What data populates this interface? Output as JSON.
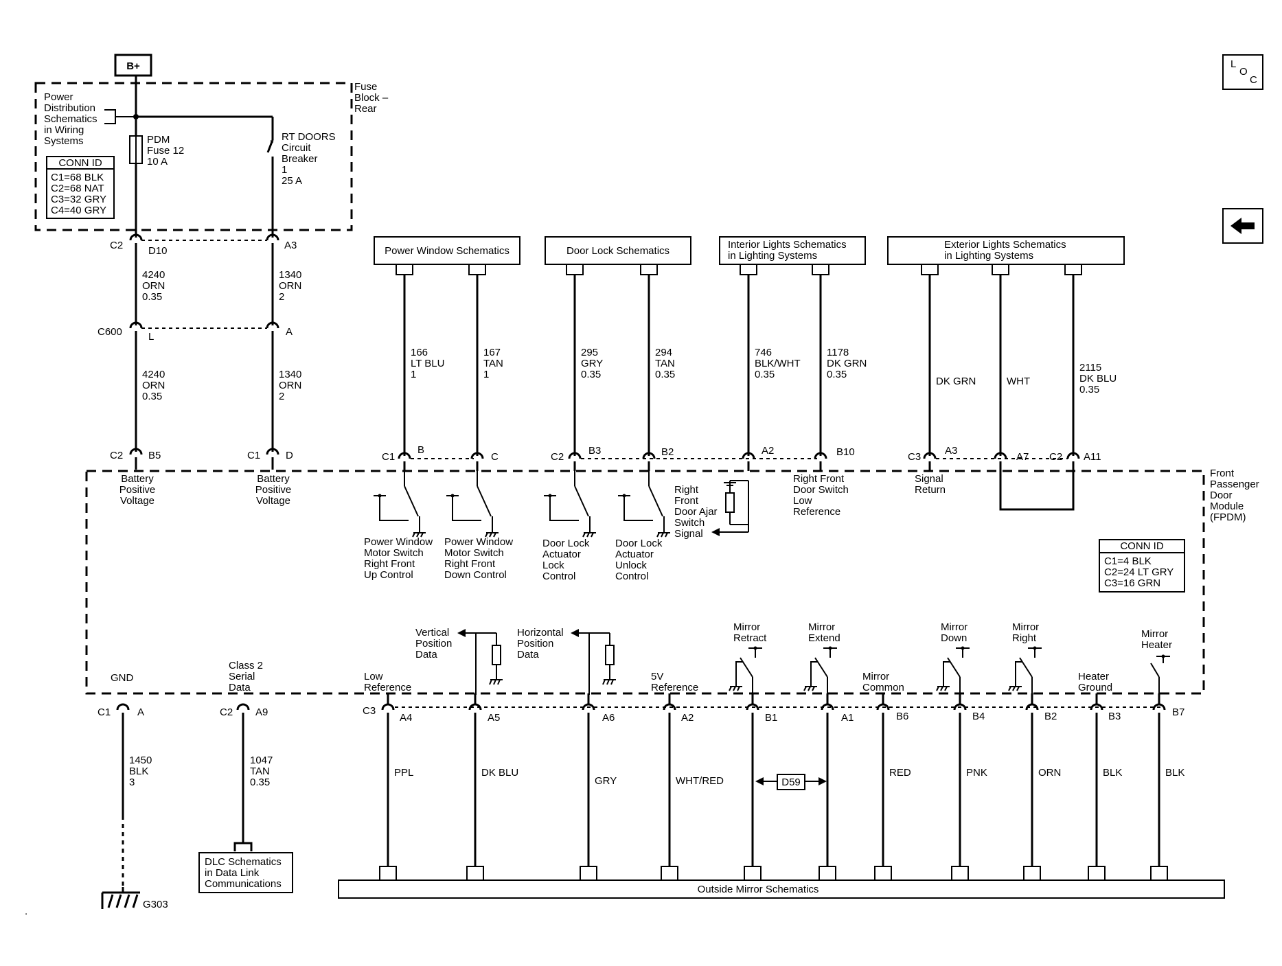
{
  "power": {
    "b_plus": "B+"
  },
  "fuse_block": {
    "title": [
      "Fuse",
      "Block –",
      "Rear"
    ]
  },
  "power_dist": [
    "Power",
    "Distribution",
    "Schematics",
    "in Wiring",
    "Systems"
  ],
  "conn_id_fuse": {
    "title": "CONN ID",
    "rows": [
      "C1=68 BLK",
      "C2=68 NAT",
      "C3=32 GRY",
      "C4=40 GRY"
    ]
  },
  "pdm_fuse": [
    "PDM",
    "Fuse 12",
    "10 A"
  ],
  "breaker": [
    "RT DOORS",
    "Circuit",
    "Breaker",
    "1",
    "25 A"
  ],
  "loc_icon": {
    "l": "L",
    "o": "O",
    "c": "C"
  },
  "left_circuits": {
    "c2": "C2",
    "d10": "D10",
    "a3": "A3",
    "c600": "C600",
    "l": "L",
    "a": "A",
    "w1_top": [
      "4240",
      "ORN",
      "0.35"
    ],
    "w2_top": [
      "1340",
      "ORN",
      "2"
    ],
    "w1_bot": [
      "4240",
      "ORN",
      "0.35"
    ],
    "w2_bot": [
      "1340",
      "ORN",
      "2"
    ],
    "c2b": "C2",
    "b5": "B5",
    "c1": "C1",
    "d": "D",
    "bpv1": [
      "Battery",
      "Positive",
      "Voltage"
    ],
    "bpv2": [
      "Battery",
      "Positive",
      "Voltage"
    ]
  },
  "ref_boxes": {
    "power_window": "Power Window Schematics",
    "door_lock": "Door Lock Schematics",
    "interior": [
      "Interior Lights Schematics",
      "in Lighting Systems"
    ],
    "exterior": [
      "Exterior Lights Schematics",
      "in Lighting Systems"
    ],
    "dlc": [
      "DLC Schematics",
      "in Data Link",
      "Communications"
    ],
    "outside_mirror": "Outside Mirror Schematics"
  },
  "top_wires": [
    {
      "label": [
        "166",
        "LT BLU",
        "1"
      ]
    },
    {
      "label": [
        "167",
        "TAN",
        "1"
      ]
    },
    {
      "label": [
        "295",
        "GRY",
        "0.35"
      ]
    },
    {
      "label": [
        "294",
        "TAN",
        "0.35"
      ]
    },
    {
      "label": [
        "746",
        "BLK/WHT",
        "0.35"
      ]
    },
    {
      "label": [
        "1178",
        "DK GRN",
        "0.35"
      ]
    },
    {
      "label": [
        "DK GRN"
      ]
    },
    {
      "label": [
        "WHT"
      ]
    },
    {
      "label": [
        "2115",
        "DK BLU",
        "0.35"
      ]
    }
  ],
  "top_pins": {
    "c1": "C1",
    "b": "B",
    "c": "C",
    "c2": "C2",
    "b3": "B3",
    "b2": "B2",
    "a2": "A2",
    "b10": "B10",
    "c3": "C3",
    "a3": "A3",
    "a7": "A7",
    "c2b": "C2",
    "a11": "A11"
  },
  "module": {
    "name": [
      "Front",
      "Passenger",
      "Door",
      "Module",
      "(FPDM)"
    ]
  },
  "conn_id_fpdm": {
    "title": "CONN ID",
    "rows": [
      "C1=4 BLK",
      "C2=24 LT GRY",
      "C3=16 GRN"
    ]
  },
  "inner_labels": {
    "pw_up": [
      "Power Window",
      "Motor Switch",
      "Right Front",
      "Up Control"
    ],
    "pw_down": [
      "Power Window",
      "Motor Switch",
      "Right Front",
      "Down Control"
    ],
    "dl_lock": [
      "Door Lock",
      "Actuator",
      "Lock",
      "Control"
    ],
    "dl_unlock": [
      "Door Lock",
      "Actuator",
      "Unlock",
      "Control"
    ],
    "ajar": [
      "Right",
      "Front",
      "Door Ajar",
      "Switch",
      "Signal"
    ],
    "low_ref_top": [
      "Right Front",
      "Door Switch",
      "Low",
      "Reference"
    ],
    "sig_ret": [
      "Signal",
      "Return"
    ],
    "vert": [
      "Vertical",
      "Position",
      "Data"
    ],
    "horiz": [
      "Horizontal",
      "Position",
      "Data"
    ],
    "gnd": "GND",
    "class2": [
      "Class 2",
      "Serial",
      "Data"
    ],
    "low_ref": [
      "Low",
      "Reference"
    ],
    "v5": [
      "5V",
      "Reference"
    ],
    "retract": [
      "Mirror",
      "Retract"
    ],
    "extend": [
      "Mirror",
      "Extend"
    ],
    "common": [
      "Mirror",
      "Common"
    ],
    "down": [
      "Mirror",
      "Down"
    ],
    "right": [
      "Mirror",
      "Right"
    ],
    "heater_gnd": [
      "Heater",
      "Ground"
    ],
    "heater": [
      "Mirror",
      "Heater"
    ]
  },
  "bottom_pins": {
    "c1": "C1",
    "a": "A",
    "c2": "C2",
    "a9": "A9",
    "c3": "C3",
    "a4": "A4",
    "a5": "A5",
    "a6": "A6",
    "a2": "A2",
    "b1": "B1",
    "a1": "A1",
    "b6": "B6",
    "b4": "B4",
    "b2": "B2",
    "b3": "B3",
    "b7": "B7"
  },
  "bottom_wires": {
    "gnd": [
      "1450",
      "BLK",
      "3"
    ],
    "serial": [
      "1047",
      "TAN",
      "0.35"
    ],
    "ppl": "PPL",
    "dkblu": "DK BLU",
    "gry": "GRY",
    "whtred": "WHT/RED",
    "red": "RED",
    "pnk": "PNK",
    "orn": "ORN",
    "blk1": "BLK",
    "blk2": "BLK"
  },
  "d59": "D59",
  "g303": "G303"
}
